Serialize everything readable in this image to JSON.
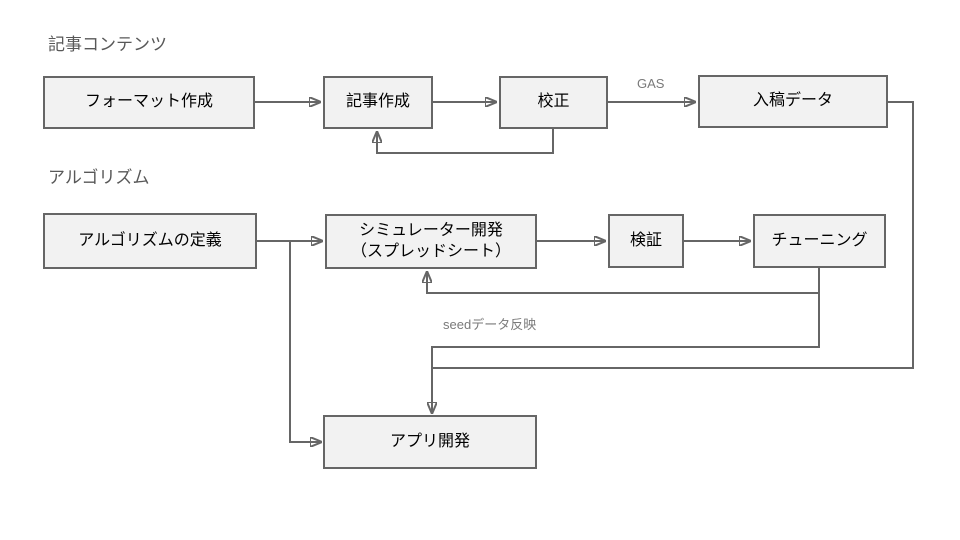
{
  "diagram": {
    "sections": [
      {
        "id": "article-content",
        "title": "記事コンテンツ"
      },
      {
        "id": "algorithm",
        "title": "アルゴリズム"
      }
    ],
    "nodes": {
      "format_creation": "フォーマット作成",
      "article_creation": "記事作成",
      "proofreading": "校正",
      "submission_data": "入稿データ",
      "algorithm_definition": "アルゴリズムの定義",
      "simulator_dev_line1": "シミュレーター開発",
      "simulator_dev_line2": "（スプレッドシート）",
      "verification": "検証",
      "tuning": "チューニング",
      "app_development": "アプリ開発"
    },
    "edge_labels": {
      "gas": "GAS",
      "seed_data": "seedデータ反映"
    },
    "colors": {
      "node_fill": "#f2f2f2",
      "node_border": "#666666",
      "connector": "#666666",
      "section_title_text": "#585858",
      "edge_label_text": "#7a7a7a",
      "node_text": "#000000",
      "background": "#ffffff"
    }
  }
}
